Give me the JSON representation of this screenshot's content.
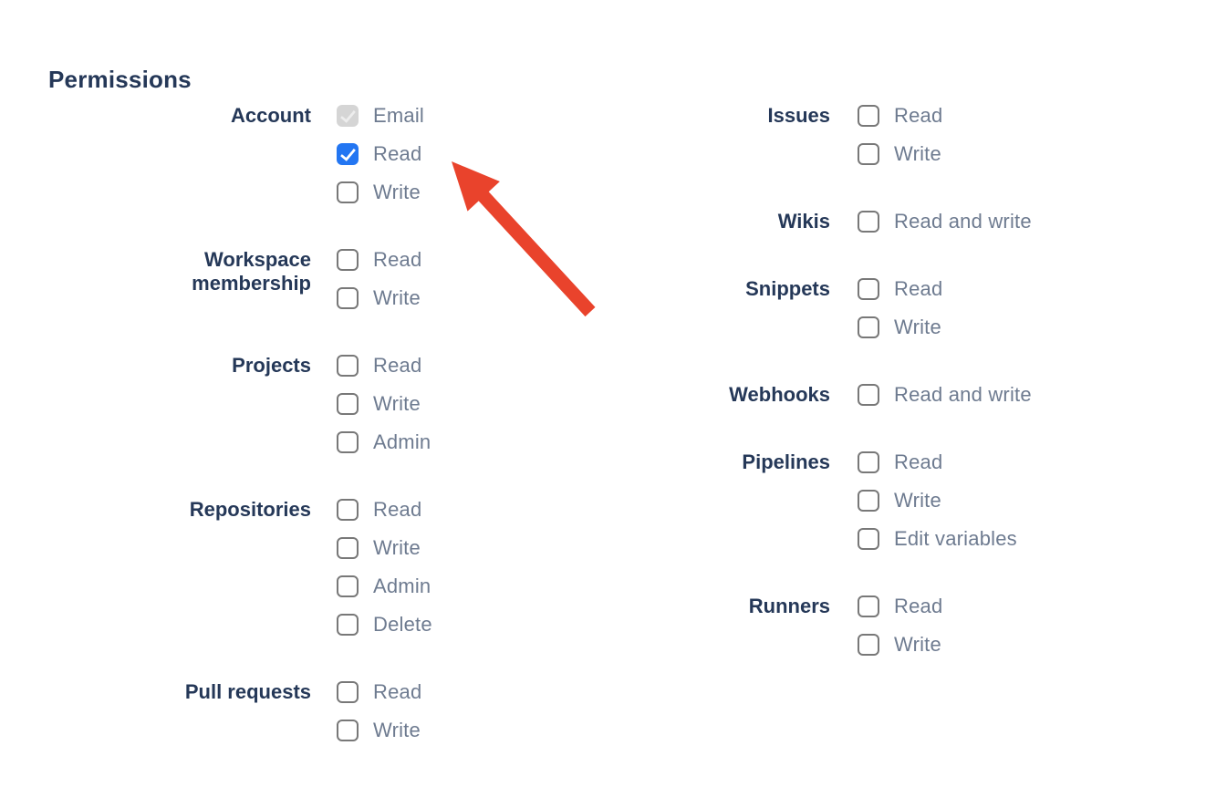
{
  "page": {
    "heading": "Permissions"
  },
  "colors": {
    "heading_text": "#253858",
    "group_label_text": "#253858",
    "option_label_text": "#6E7B90",
    "checkbox_border": "#787878",
    "checkbox_checked_bg": "#2376F2",
    "checkbox_checkmark": "#ffffff",
    "checkbox_disabled_bg": "#D5D5D5",
    "checkbox_disabled_checkmark": "#EDEDED",
    "arrow": "#E9432C"
  },
  "columns": [
    {
      "groups": [
        {
          "label": "Account",
          "options": [
            {
              "label": "Email",
              "state": "disabled"
            },
            {
              "label": "Read",
              "state": "checked"
            },
            {
              "label": "Write",
              "state": "unchecked"
            }
          ]
        },
        {
          "label": "Workspace membership",
          "options": [
            {
              "label": "Read",
              "state": "unchecked"
            },
            {
              "label": "Write",
              "state": "unchecked"
            }
          ]
        },
        {
          "label": "Projects",
          "options": [
            {
              "label": "Read",
              "state": "unchecked"
            },
            {
              "label": "Write",
              "state": "unchecked"
            },
            {
              "label": "Admin",
              "state": "unchecked"
            }
          ]
        },
        {
          "label": "Repositories",
          "options": [
            {
              "label": "Read",
              "state": "unchecked"
            },
            {
              "label": "Write",
              "state": "unchecked"
            },
            {
              "label": "Admin",
              "state": "unchecked"
            },
            {
              "label": "Delete",
              "state": "unchecked"
            }
          ]
        },
        {
          "label": "Pull requests",
          "options": [
            {
              "label": "Read",
              "state": "unchecked"
            },
            {
              "label": "Write",
              "state": "unchecked"
            }
          ]
        }
      ]
    },
    {
      "groups": [
        {
          "label": "Issues",
          "options": [
            {
              "label": "Read",
              "state": "unchecked"
            },
            {
              "label": "Write",
              "state": "unchecked"
            }
          ]
        },
        {
          "label": "Wikis",
          "options": [
            {
              "label": "Read and write",
              "state": "unchecked"
            }
          ]
        },
        {
          "label": "Snippets",
          "options": [
            {
              "label": "Read",
              "state": "unchecked"
            },
            {
              "label": "Write",
              "state": "unchecked"
            }
          ]
        },
        {
          "label": "Webhooks",
          "options": [
            {
              "label": "Read and write",
              "state": "unchecked"
            }
          ]
        },
        {
          "label": "Pipelines",
          "options": [
            {
              "label": "Read",
              "state": "unchecked"
            },
            {
              "label": "Write",
              "state": "unchecked"
            },
            {
              "label": "Edit variables",
              "state": "unchecked"
            }
          ]
        },
        {
          "label": "Runners",
          "options": [
            {
              "label": "Read",
              "state": "unchecked"
            },
            {
              "label": "Write",
              "state": "unchecked"
            }
          ]
        }
      ]
    }
  ],
  "annotation": {
    "type": "arrow",
    "color": "#E9432C",
    "points_at": "account-read-checkbox"
  }
}
